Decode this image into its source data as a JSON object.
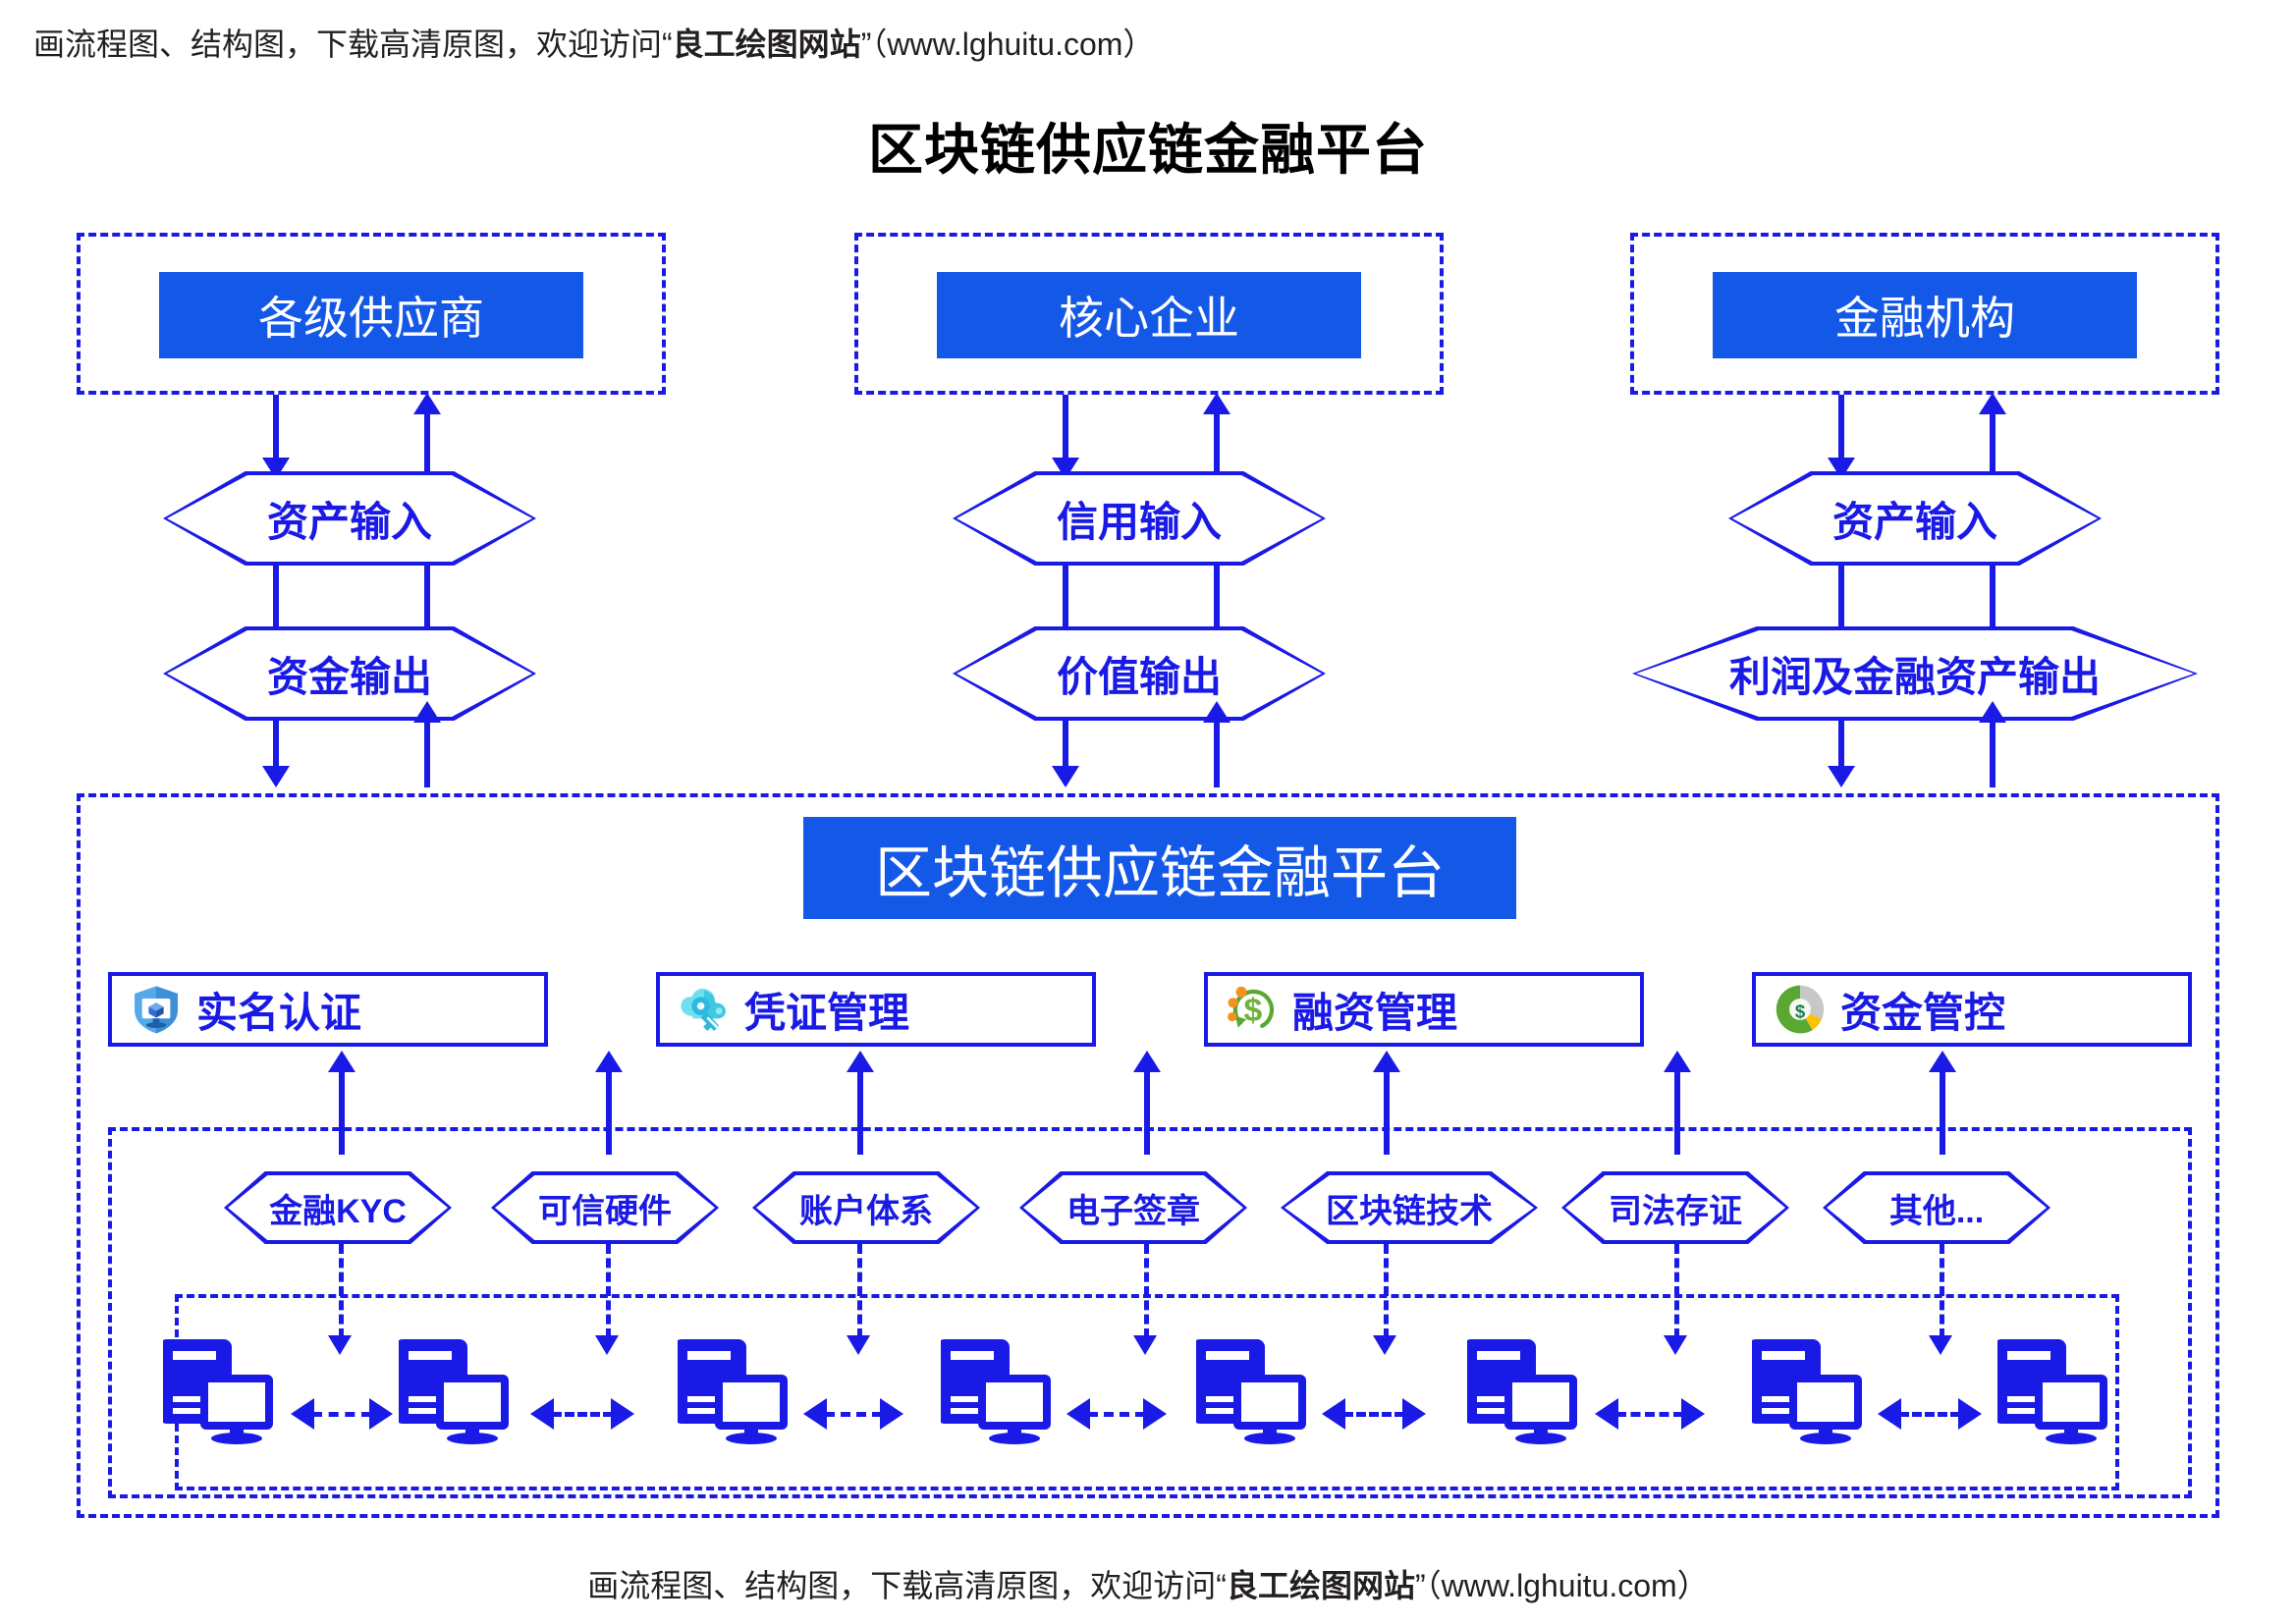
{
  "watermark": {
    "top": "画流程图、结构图，下载高清原图，欢迎访问“良工绘图网站”（www.lghuitu.com）",
    "top_plain_1": "画流程图、结构图，下载高清原图，欢迎访问“",
    "top_brand": "良工绘图网站",
    "top_plain_2": "”（www.lghuitu.com）",
    "bottom_plain_1": "画流程图、结构图，下载高清原图，欢迎访问“",
    "bottom_brand": "良工绘图网站",
    "bottom_plain_2": "”（www.lghuitu.com）"
  },
  "page_title": "区块链供应链金融平台",
  "colors": {
    "primary_blue": "#1a1ae6",
    "fill_blue": "#1458e8",
    "text_black": "#231f20",
    "white": "#ffffff"
  },
  "actors": [
    {
      "name": "各级供应商",
      "input": "资产输入",
      "output": "资金输出"
    },
    {
      "name": "核心企业",
      "input": "信用输入",
      "output": "价值输出"
    },
    {
      "name": "金融机构",
      "input": "资产输入",
      "output": "利润及金融资产输出"
    }
  ],
  "platform": {
    "label": "区块链供应链金融平台"
  },
  "features": [
    {
      "label": "实名认证",
      "icon": "shield-monitor-icon"
    },
    {
      "label": "凭证管理",
      "icon": "cloud-key-icon"
    },
    {
      "label": "融资管理",
      "icon": "dollar-refresh-icon"
    },
    {
      "label": "资金管控",
      "icon": "dollar-donut-icon"
    }
  ],
  "technologies": [
    {
      "label": "金融KYC"
    },
    {
      "label": "可信硬件"
    },
    {
      "label": "账户体系"
    },
    {
      "label": "电子签章"
    },
    {
      "label": "区块链技术"
    },
    {
      "label": "司法存证"
    },
    {
      "label": "其他..."
    }
  ],
  "nodes": [
    {
      "label": "computer-node"
    },
    {
      "label": "computer-node"
    },
    {
      "label": "computer-node"
    },
    {
      "label": "computer-node"
    },
    {
      "label": "computer-node"
    },
    {
      "label": "computer-node"
    },
    {
      "label": "computer-node"
    },
    {
      "label": "computer-node"
    }
  ]
}
